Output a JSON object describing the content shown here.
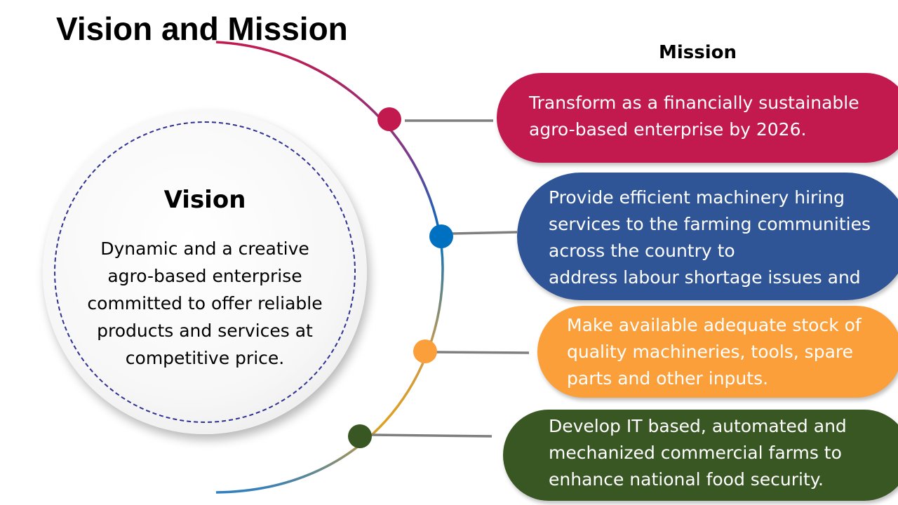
{
  "title": "Vision and Mission",
  "mission_heading": "Mission",
  "vision": {
    "heading": "Vision",
    "text": "Dynamic and a creative agro-based enterprise committed to offer reliable products and services at competitive price."
  },
  "missions": [
    {
      "lines": [
        "Transform as a financially sustainable",
        "agro-based enterprise by 2026."
      ],
      "color": "#c21a4e",
      "node_color": "#c21a4e"
    },
    {
      "lines": [
        "Provide efficient machinery hiring",
        "services to the farming communities",
        "across the country to",
        "address labour shortage issues and"
      ],
      "color": "#2f5597",
      "node_color": "#0070c0"
    },
    {
      "lines": [
        "Make available  adequate stock of",
        "quality machineries, tools, spare",
        "parts and other inputs."
      ],
      "color": "#fb9f3b",
      "node_color": "#fb9f3b"
    },
    {
      "lines": [
        "Develop IT based, automated and",
        "mechanized commercial farms to",
        "enhance national food security."
      ],
      "color": "#385723",
      "node_color": "#385723"
    }
  ]
}
